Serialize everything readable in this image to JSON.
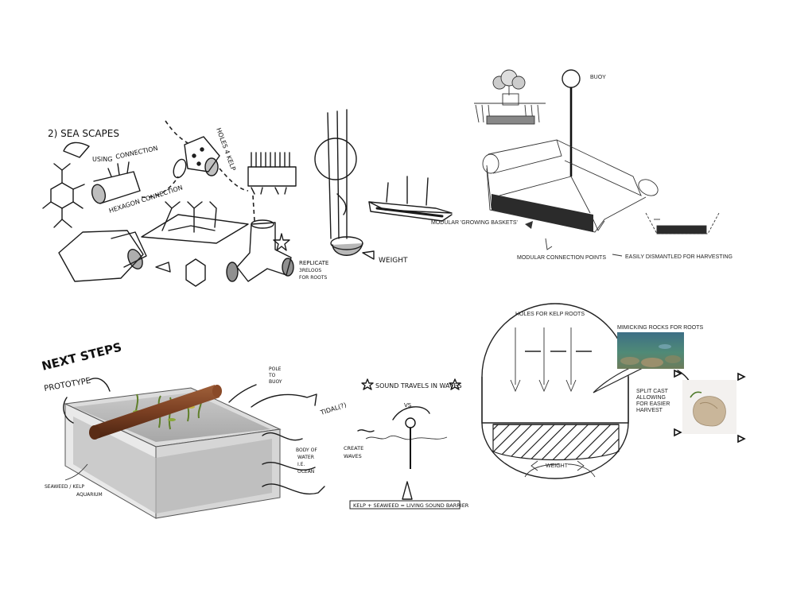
{
  "sketch_top_left": {
    "title": "2) SEA SCAPES",
    "using": "USING",
    "connection": "CONNECTION",
    "hexagon_connection": "HEXAGON CONNECTION",
    "holes_kelp": "HOLES 4 KELP",
    "replicate_1": "REPLICATE",
    "replicate_2": "3RELOOS",
    "replicate_3": "FOR ROOTS",
    "weight": "WEIGHT"
  },
  "render_top_right": {
    "buoy": "BUOY",
    "growing_baskets": "MODULAR 'GROWING BASKETS'",
    "connection_points": "MODULAR CONNECTION POINTS",
    "dismantled": "EASILY DISMANTLED FOR HARVESTING"
  },
  "sketch_bottom_left": {
    "next_steps": "NEXT STEPS",
    "prototype": "PROTOTYPE",
    "pole_buoy_1": "POLE",
    "pole_buoy_2": "TO",
    "pole_buoy_3": "BUOY",
    "tidal": "TIDAL(?)",
    "body_1": "BODY OF",
    "body_2": "WATER",
    "body_3": "I.E.",
    "body_4": "OCEAN",
    "seaweed": "SEAWEED / KELP",
    "aquarium": "AQUARIUM",
    "sound_title": "SOUND TRAVELS IN WAVES",
    "vs": "VS",
    "create_1": "CREATE",
    "create_2": "WAVES",
    "barrier": "KELP + SEAWEED = LIVING SOUND BARRIER"
  },
  "diagram_bottom_right": {
    "holes_title": "HOLES FOR KELP ROOTS",
    "mimicking": "MIMICKING ROCKS FOR ROOTS",
    "split_1": "SPLIT CAST",
    "split_2": "ALLOWING",
    "split_3": "FOR EASIER",
    "split_4": "HARVEST",
    "weight": "WEIGHT"
  },
  "icons": [
    "arrow-icon",
    "star-icon",
    "triangle-marker-icon"
  ]
}
